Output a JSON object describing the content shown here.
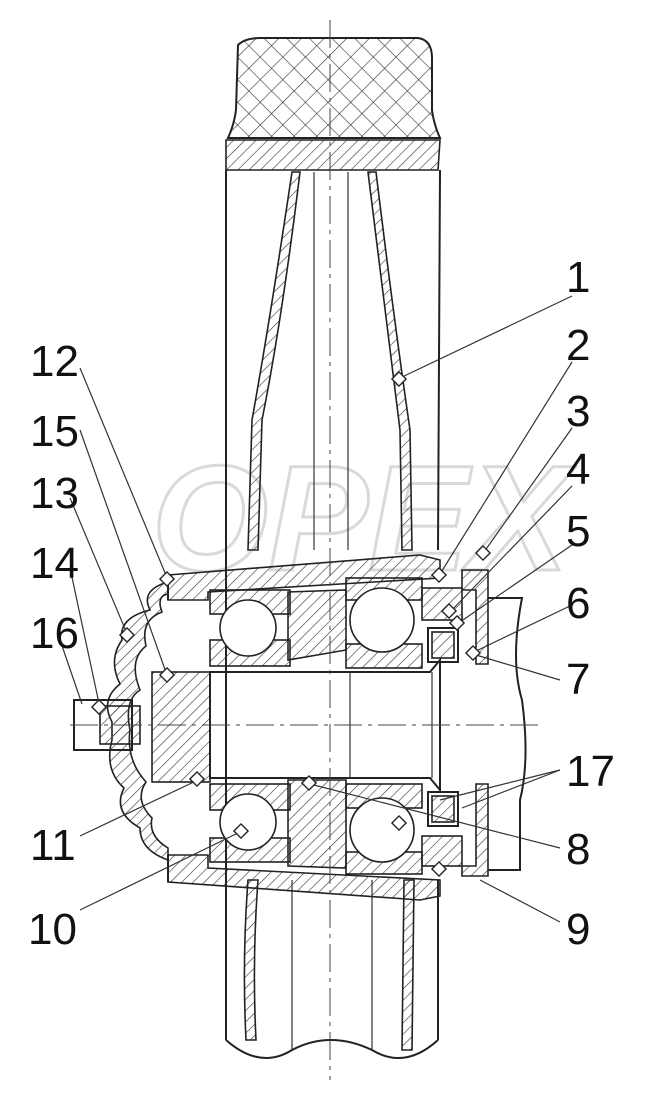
{
  "callouts": [
    {
      "id": "1",
      "text": "1"
    },
    {
      "id": "2",
      "text": "2"
    },
    {
      "id": "3",
      "text": "3"
    },
    {
      "id": "4",
      "text": "4"
    },
    {
      "id": "5",
      "text": "5"
    },
    {
      "id": "6",
      "text": "6"
    },
    {
      "id": "7",
      "text": "7"
    },
    {
      "id": "8",
      "text": "8"
    },
    {
      "id": "9",
      "text": "9"
    },
    {
      "id": "10",
      "text": "10"
    },
    {
      "id": "11",
      "text": "11"
    },
    {
      "id": "12",
      "text": "12"
    },
    {
      "id": "13",
      "text": "13"
    },
    {
      "id": "14",
      "text": "14"
    },
    {
      "id": "15",
      "text": "15"
    },
    {
      "id": "16",
      "text": "16"
    },
    {
      "id": "17",
      "text": "17"
    }
  ],
  "watermark": "OPEX",
  "colors": {
    "line": "#222222",
    "background": "#ffffff"
  }
}
